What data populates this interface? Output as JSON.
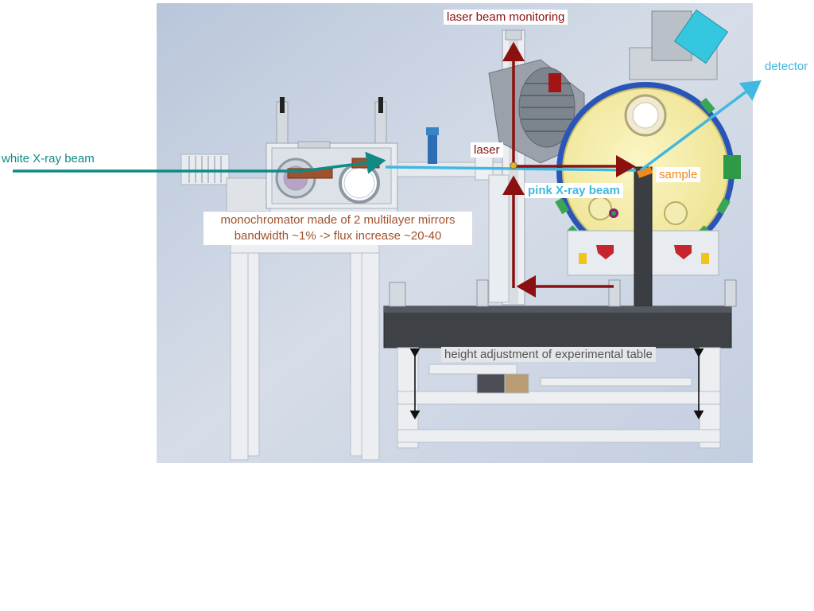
{
  "labels": {
    "white_xray_beam": "white X-ray beam",
    "laser_beam_monitoring": "laser beam monitoring",
    "laser": "laser",
    "detector": "detector",
    "sample": "sample",
    "pink_xray_beam": "pink X-ray beam",
    "monochromator_line1": "monochromator made of 2 multilayer mirrors",
    "monochromator_line2": "bandwidth ~1% -> flux increase ~20-40",
    "height_adjustment": "height adjustment of experimental table"
  },
  "colors": {
    "white_beam": "#0f8a84",
    "laser_beam": "#8b1111",
    "pink_beam": "#41b8e0",
    "sample": "#f08a1c",
    "mirror": "#a0522d",
    "chamber": "#f6efa6",
    "background": "#c6d1e0"
  }
}
